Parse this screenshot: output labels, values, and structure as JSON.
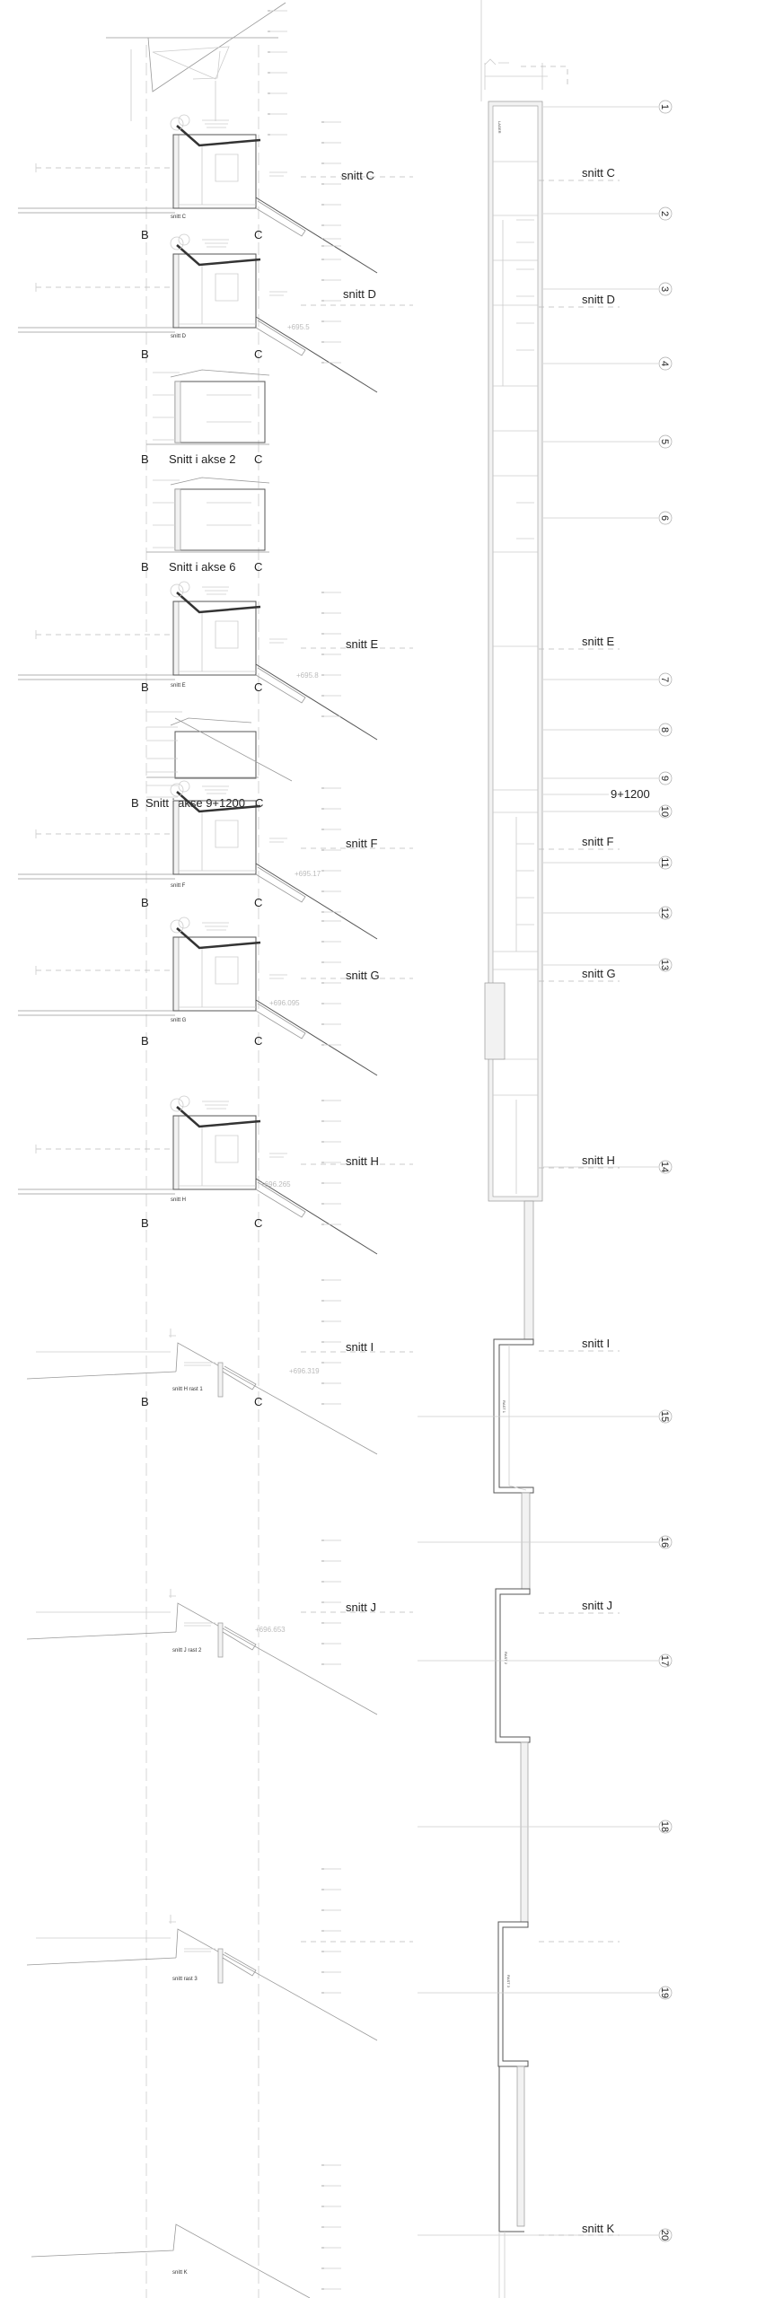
{
  "grid": {
    "b": "B",
    "c": "C"
  },
  "sections": {
    "c": {
      "title": "snitt C",
      "caption": "snitt C"
    },
    "d": {
      "title": "snitt D",
      "caption": "snitt D",
      "elevation": "+695.5"
    },
    "akse2": {
      "caption": "Snitt i akse 2"
    },
    "akse6": {
      "caption": "Snitt i akse 6"
    },
    "e": {
      "title": "snitt E",
      "caption": "snitt E",
      "elevation": "+695.8"
    },
    "akse9": {
      "caption": "Snitt i akse 9+1200"
    },
    "f": {
      "title": "snitt F",
      "caption": "snitt F",
      "elevation": "+695.17"
    },
    "g": {
      "title": "snitt G",
      "caption": "snitt G",
      "elevation": "+696.095"
    },
    "h": {
      "title": "snitt H",
      "caption": "snitt H",
      "elevation": "+696.265"
    },
    "i": {
      "title": "snitt I",
      "caption": "snitt H rast 1",
      "elevation": "+696.319"
    },
    "j": {
      "title": "snitt J",
      "caption": "snitt J rast 2",
      "elevation": "+696.653"
    },
    "rast3": {
      "caption": "snitt rast 3"
    },
    "k": {
      "caption": "snitt K"
    }
  },
  "plan": {
    "axes": [
      "1",
      "2",
      "3",
      "4",
      "5",
      "6",
      "7",
      "8",
      "9",
      "10",
      "11",
      "12",
      "13",
      "14",
      "15",
      "16",
      "17",
      "18",
      "19",
      "20"
    ],
    "axis_9_1200": "9+1200",
    "section_marks": {
      "c": "snitt C",
      "d": "snitt D",
      "e": "snitt E",
      "f": "snitt F",
      "g": "snitt G",
      "h": "snitt H",
      "i": "snitt I",
      "j": "snitt J",
      "k": "snitt K"
    },
    "rooms": {
      "lager1": "LAGER",
      "rast1": "RAST 1",
      "rast2": "RAST 2",
      "rast3": "RAST 3"
    }
  }
}
